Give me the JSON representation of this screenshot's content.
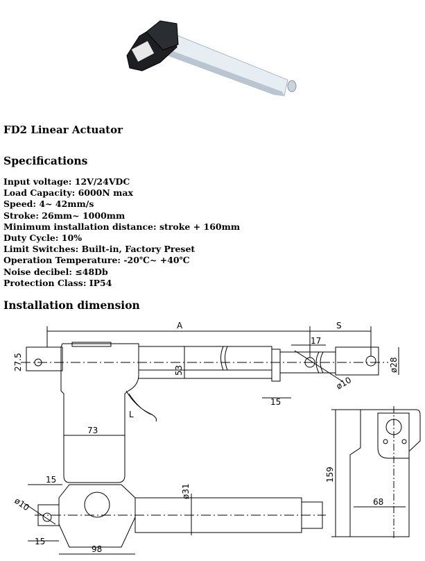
{
  "product": {
    "image_icon": "linear-actuator-photo",
    "title": "FD2 Linear Actuator"
  },
  "specifications": {
    "heading": "Specifications",
    "items": [
      "Input voltage: 12V/24VDC",
      "Load Capacity: 6000N max",
      "Speed: 4~ 42mm/s",
      "Stroke: 26mm~ 1000mm",
      "Minimum installation distance: stroke + 160mm",
      "Duty Cycle: 10%",
      "Limit Switches: Built-in, Factory Preset",
      "Operation Temperature: -20℃~ +40℃",
      "Noise decibel: ≤48Db",
      "Protection Class: IP54"
    ]
  },
  "installation": {
    "heading": "Installation dimension",
    "labels": {
      "A": "A",
      "S": "S",
      "d17": "17",
      "d27_5": "27.5",
      "d53": "53",
      "d28": "ø28",
      "d10_top": "ø10",
      "d15_top": "15",
      "L": "L",
      "d73": "73",
      "d159": "159",
      "d68": "68",
      "d15_bottom_a": "15",
      "d10_bottom": "ø10",
      "d31": "ø31",
      "d15_bottom_b": "15",
      "d98": "98"
    }
  }
}
